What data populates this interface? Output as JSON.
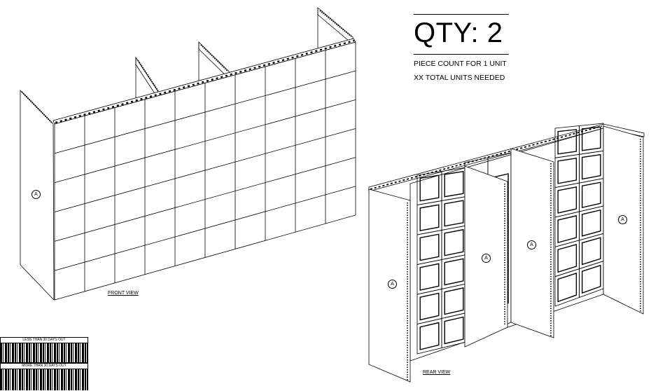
{
  "qty": {
    "title": "QTY: 2",
    "line1": "PIECE COUNT FOR 1 UNIT",
    "line2": "XX TOTAL UNITS NEEDED"
  },
  "views": {
    "front_label": "FRONT VIEW",
    "rear_label": "REAR VIEW"
  },
  "panel_mark": "A",
  "front_grid": {
    "columns": 10,
    "rows": 6
  },
  "rear_tile_columns": 2,
  "rear_tile_rows": 6,
  "tags": {
    "tag1": "LESS THAN 30 DAYS OUT",
    "tag2": "MORE THAN 30 DAYS OUT"
  }
}
